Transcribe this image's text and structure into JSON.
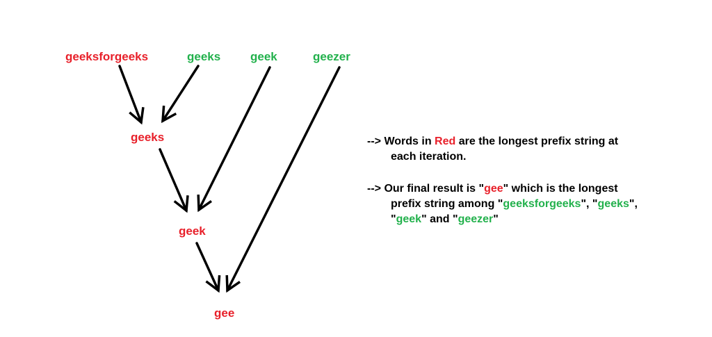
{
  "colors": {
    "prefix_red": "#e8202a",
    "input_green": "#22b14c",
    "arrow_black": "#000000"
  },
  "nodes": {
    "word1": "geeksforgeeks",
    "word2": "geeks",
    "word3": "geek",
    "word4": "geezer",
    "prefix1": "geeks",
    "prefix2": "geek",
    "result": "gee"
  },
  "notes": {
    "note1": {
      "arrow": "-->",
      "pre": " Words in ",
      "red": "Red",
      "post": " are the longest prefix string at",
      "line2": "each iteration."
    },
    "note2": {
      "arrow": "-->",
      "pre": " Our final result is \"",
      "result": "gee",
      "post": "\" which is the longest",
      "line2_pre": "prefix string among \"",
      "w1": "geeksforgeeks",
      "sep1": "\", \"",
      "w2": "geeks",
      "sep2": "\",",
      "line3_pre": "\"",
      "w3": "geek",
      "sep3": "\" and \"",
      "w4": "geezer",
      "line3_post": "\""
    }
  }
}
